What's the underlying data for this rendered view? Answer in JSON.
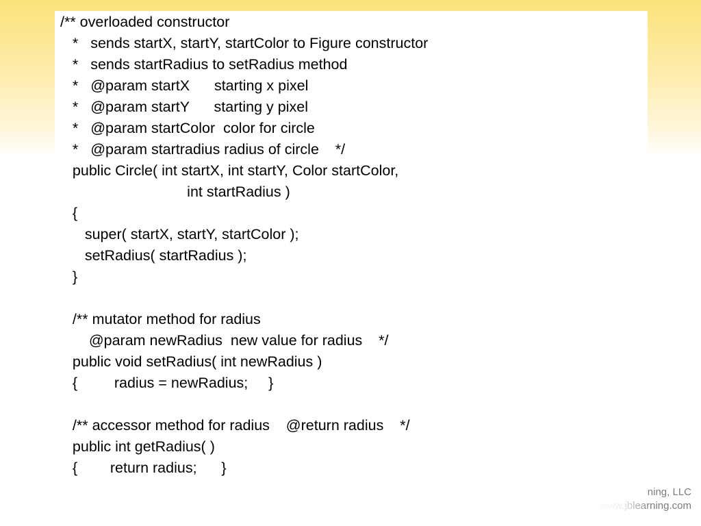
{
  "slide": {
    "code_lines": [
      "/** overloaded constructor",
      "   *   sends startX, startY, startColor to Figure constructor",
      "   *   sends startRadius to setRadius method",
      "   *   @param startX      starting x pixel",
      "   *   @param startY      starting y pixel",
      "   *   @param startColor  color for circle",
      "   *   @param startradius radius of circle    */",
      "   public Circle( int startX, int startY, Color startColor,",
      "                               int startRadius )",
      "   {",
      "      super( startX, startY, startColor );",
      "      setRadius( startRadius );",
      "   }",
      "",
      "   /** mutator method for radius",
      "       @param newRadius  new value for radius    */",
      "   public void setRadius( int newRadius )",
      "   {         radius = newRadius;     }",
      "",
      "   /** accessor method for radius    @return radius    */",
      "   public int getRadius( )",
      "   {        return radius;      }"
    ],
    "footer": {
      "line1": "ning, LLC",
      "line2": "www.jblearning.com"
    }
  }
}
